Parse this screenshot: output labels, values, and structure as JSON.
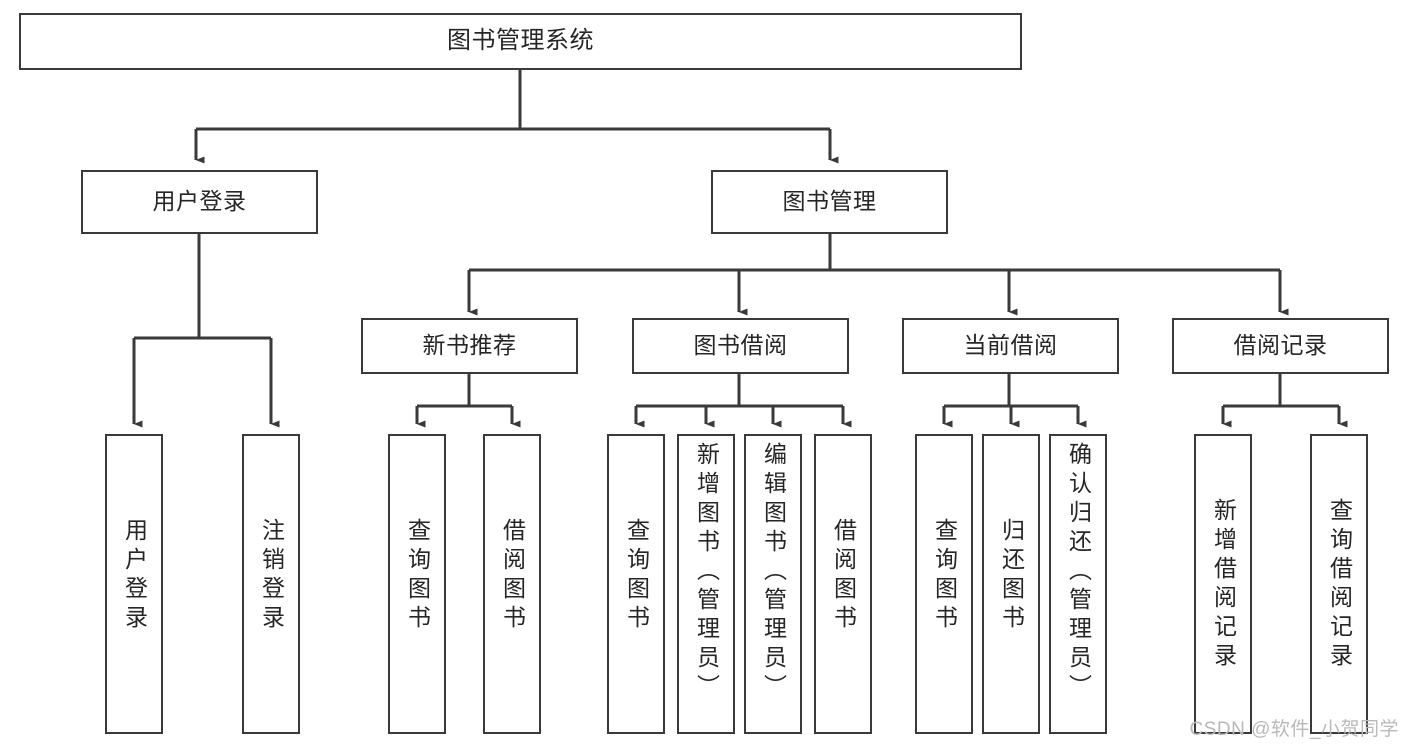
{
  "diagram": {
    "title": "图书管理系统",
    "watermark": "CSDN @软件_小贺同学",
    "colors": {
      "stroke": "#3a3a3a",
      "text": "#262626",
      "background": "#ffffff",
      "watermark": "#b9b9b9"
    },
    "root": {
      "label": "图书管理系统"
    },
    "level2": [
      {
        "label": "用户登录"
      },
      {
        "label": "图书管理"
      }
    ],
    "level3": [
      {
        "label": "新书推荐"
      },
      {
        "label": "图书借阅"
      },
      {
        "label": "当前借阅"
      },
      {
        "label": "借阅记录"
      }
    ],
    "leaves": {
      "user_login": [
        {
          "label": "用户登录"
        },
        {
          "label": "注销登录"
        }
      ],
      "new_book_recommend": [
        {
          "label": "查询图书"
        },
        {
          "label": "借阅图书"
        }
      ],
      "book_borrow": [
        {
          "label": "查询图书"
        },
        {
          "label": "新增图书（管理员）"
        },
        {
          "label": "编辑图书（管理员）"
        },
        {
          "label": "借阅图书"
        }
      ],
      "current_borrow": [
        {
          "label": "查询图书"
        },
        {
          "label": "归还图书"
        },
        {
          "label": "确认归还（管理员）"
        }
      ],
      "borrow_record": [
        {
          "label": "新增借阅记录"
        },
        {
          "label": "查询借阅记录"
        }
      ]
    }
  }
}
